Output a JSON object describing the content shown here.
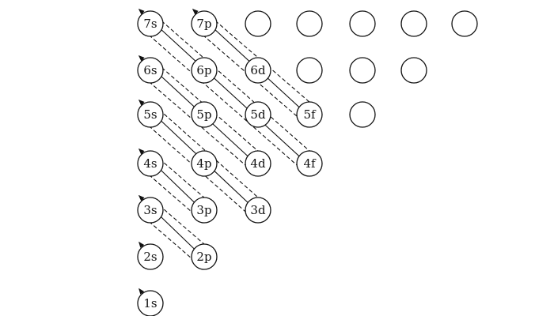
{
  "diagram": {
    "rows": [
      {
        "level": 1,
        "cells": [
          "1s"
        ]
      },
      {
        "level": 2,
        "cells": [
          "2s",
          "2p"
        ]
      },
      {
        "level": 3,
        "cells": [
          "3s",
          "3p",
          "3d"
        ]
      },
      {
        "level": 4,
        "cells": [
          "4s",
          "4p",
          "4d",
          "4f"
        ]
      },
      {
        "level": 5,
        "cells": [
          "5s",
          "5p",
          "5d",
          "5f",
          ""
        ]
      },
      {
        "level": 6,
        "cells": [
          "6s",
          "6p",
          "6d",
          "",
          "",
          ""
        ]
      },
      {
        "level": 7,
        "cells": [
          "7s",
          "7p",
          "",
          "",
          "",
          "",
          ""
        ]
      }
    ],
    "filling_order": [
      "1s",
      "2s",
      "2p",
      "3s",
      "3p",
      "4s",
      "3d",
      "4p",
      "5s",
      "4d",
      "5p",
      "6s",
      "4f",
      "5d",
      "6p",
      "7s",
      "5f",
      "6d",
      "7p"
    ],
    "colors": {
      "ink": "#111111",
      "background": "#ffffff"
    }
  }
}
